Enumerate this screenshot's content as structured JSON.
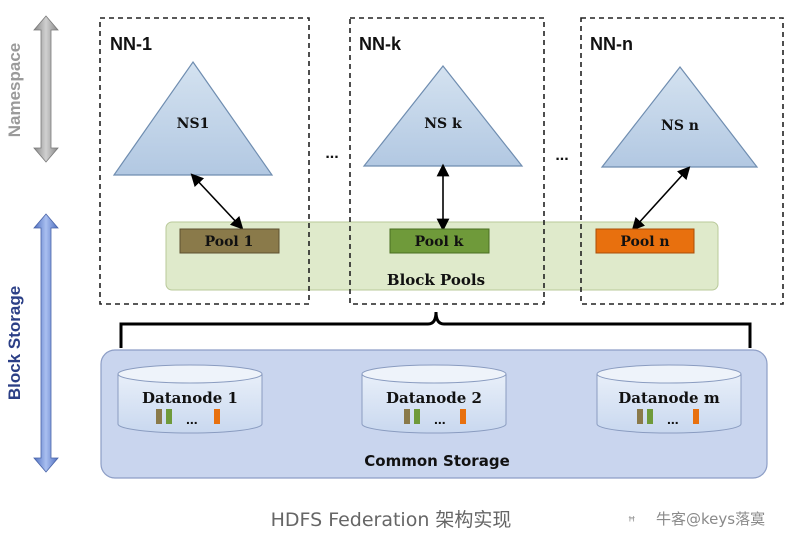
{
  "side_labels": {
    "namespace": "Namespace",
    "block_storage": "Block Storage"
  },
  "namenodes": [
    {
      "title": "NN-1",
      "namespace": "NS1"
    },
    {
      "title": "NN-k",
      "namespace": "NS k"
    },
    {
      "title": "NN-n",
      "namespace": "NS n"
    }
  ],
  "ellipsis": "...",
  "pools": [
    {
      "label": "Pool  1",
      "color": "#8a7a4a"
    },
    {
      "label": "Pool  k",
      "color": "#6f9a3a"
    },
    {
      "label": "Pool  n",
      "color": "#e8700e"
    }
  ],
  "block_pools_label": "Block  Pools",
  "datanodes": [
    {
      "label": "Datanode 1"
    },
    {
      "label": "Datanode 2"
    },
    {
      "label": "Datanode m"
    }
  ],
  "block_ellipsis": "...",
  "common_storage_label": "Common Storage",
  "caption": "HDFS Federation 架构实现",
  "watermark": "牛客@keys落寞",
  "colors": {
    "triangle_fill": "#c3d6ea",
    "block_pools_band": "#dfeacb",
    "common_storage_fill": "#c9d5ee",
    "datanode_fill": "#dde8f6",
    "arrow_gray": "#a9a9a9",
    "arrow_blue": "#6f8fd6",
    "storage_label_color": "#2b3f86"
  }
}
